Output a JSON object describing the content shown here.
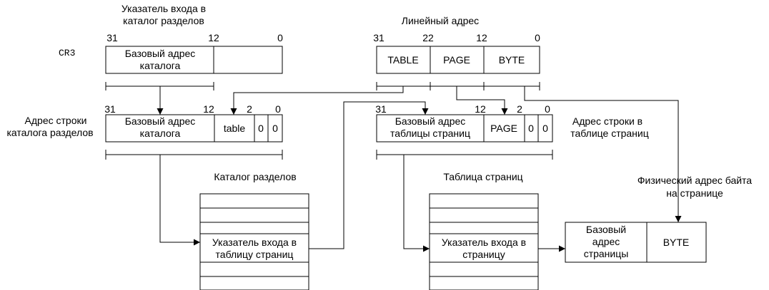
{
  "labels": {
    "pde_pointer_1": "Указатель входа в",
    "pde_pointer_2": "каталог разделов",
    "linear_address": "Линейный адрес",
    "cr3": "CR3",
    "dir_row_addr_1": "Адрес строки",
    "dir_row_addr_2": "каталога разделов",
    "pt_row_addr_1": "Адрес строки в",
    "pt_row_addr_2": "таблице страниц",
    "page_directory": "Каталог разделов",
    "page_table": "Таблица страниц",
    "phys_byte_addr_1": "Физический адрес байта",
    "phys_byte_addr_2": "на странице"
  },
  "bits": {
    "b31": "31",
    "b22": "22",
    "b12": "12",
    "b2": "2",
    "b0": "0"
  },
  "fields": {
    "dir_base_1": "Базовый адрес",
    "dir_base_2": "каталога",
    "table_base_1": "Базовый адрес",
    "table_base_2": "таблицы страниц",
    "table": "TABLE",
    "page": "PAGE",
    "byte": "BYTE",
    "table_lower": "table",
    "zero": "0",
    "entry_table_1": "Указатель входа в",
    "entry_table_2": "таблицу страниц",
    "entry_page_1": "Указатель входа в",
    "entry_page_2": "страницу",
    "page_base_1": "Базовый",
    "page_base_2": "адрес",
    "page_base_3": "страницы"
  }
}
